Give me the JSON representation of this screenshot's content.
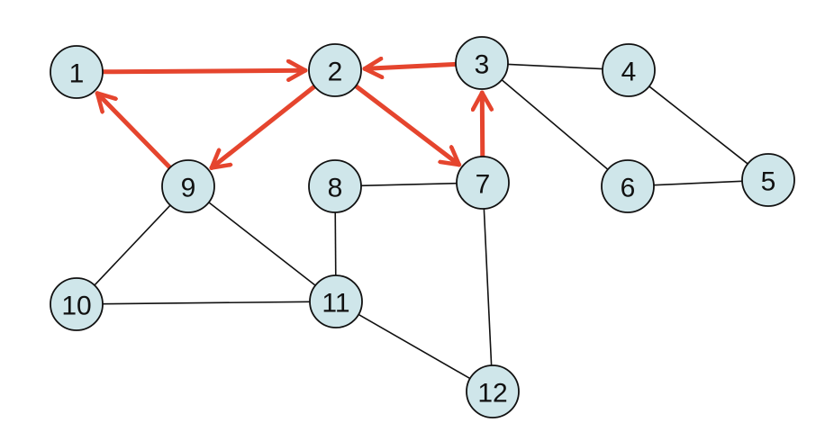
{
  "colors": {
    "background": "#ffffff",
    "node_fill": "#cfe6ea",
    "node_stroke": "#111111",
    "edge": "#111111",
    "highlight": "#e5452e"
  },
  "nodes": [
    {
      "id": "1",
      "label": "1"
    },
    {
      "id": "2",
      "label": "2"
    },
    {
      "id": "3",
      "label": "3"
    },
    {
      "id": "4",
      "label": "4"
    },
    {
      "id": "5",
      "label": "5"
    },
    {
      "id": "6",
      "label": "6"
    },
    {
      "id": "7",
      "label": "7"
    },
    {
      "id": "8",
      "label": "8"
    },
    {
      "id": "9",
      "label": "9"
    },
    {
      "id": "10",
      "label": "10"
    },
    {
      "id": "11",
      "label": "11"
    },
    {
      "id": "12",
      "label": "12"
    }
  ],
  "edges": [
    {
      "from": "3",
      "to": "4"
    },
    {
      "from": "4",
      "to": "5"
    },
    {
      "from": "3",
      "to": "6"
    },
    {
      "from": "6",
      "to": "5"
    },
    {
      "from": "8",
      "to": "7"
    },
    {
      "from": "8",
      "to": "11"
    },
    {
      "from": "7",
      "to": "12"
    },
    {
      "from": "9",
      "to": "10"
    },
    {
      "from": "9",
      "to": "11"
    },
    {
      "from": "10",
      "to": "11"
    },
    {
      "from": "11",
      "to": "12"
    }
  ],
  "directed_edges": [
    {
      "from": "1",
      "to": "2"
    },
    {
      "from": "3",
      "to": "2"
    },
    {
      "from": "2",
      "to": "9"
    },
    {
      "from": "2",
      "to": "7"
    },
    {
      "from": "7",
      "to": "3"
    },
    {
      "from": "9",
      "to": "1"
    }
  ]
}
